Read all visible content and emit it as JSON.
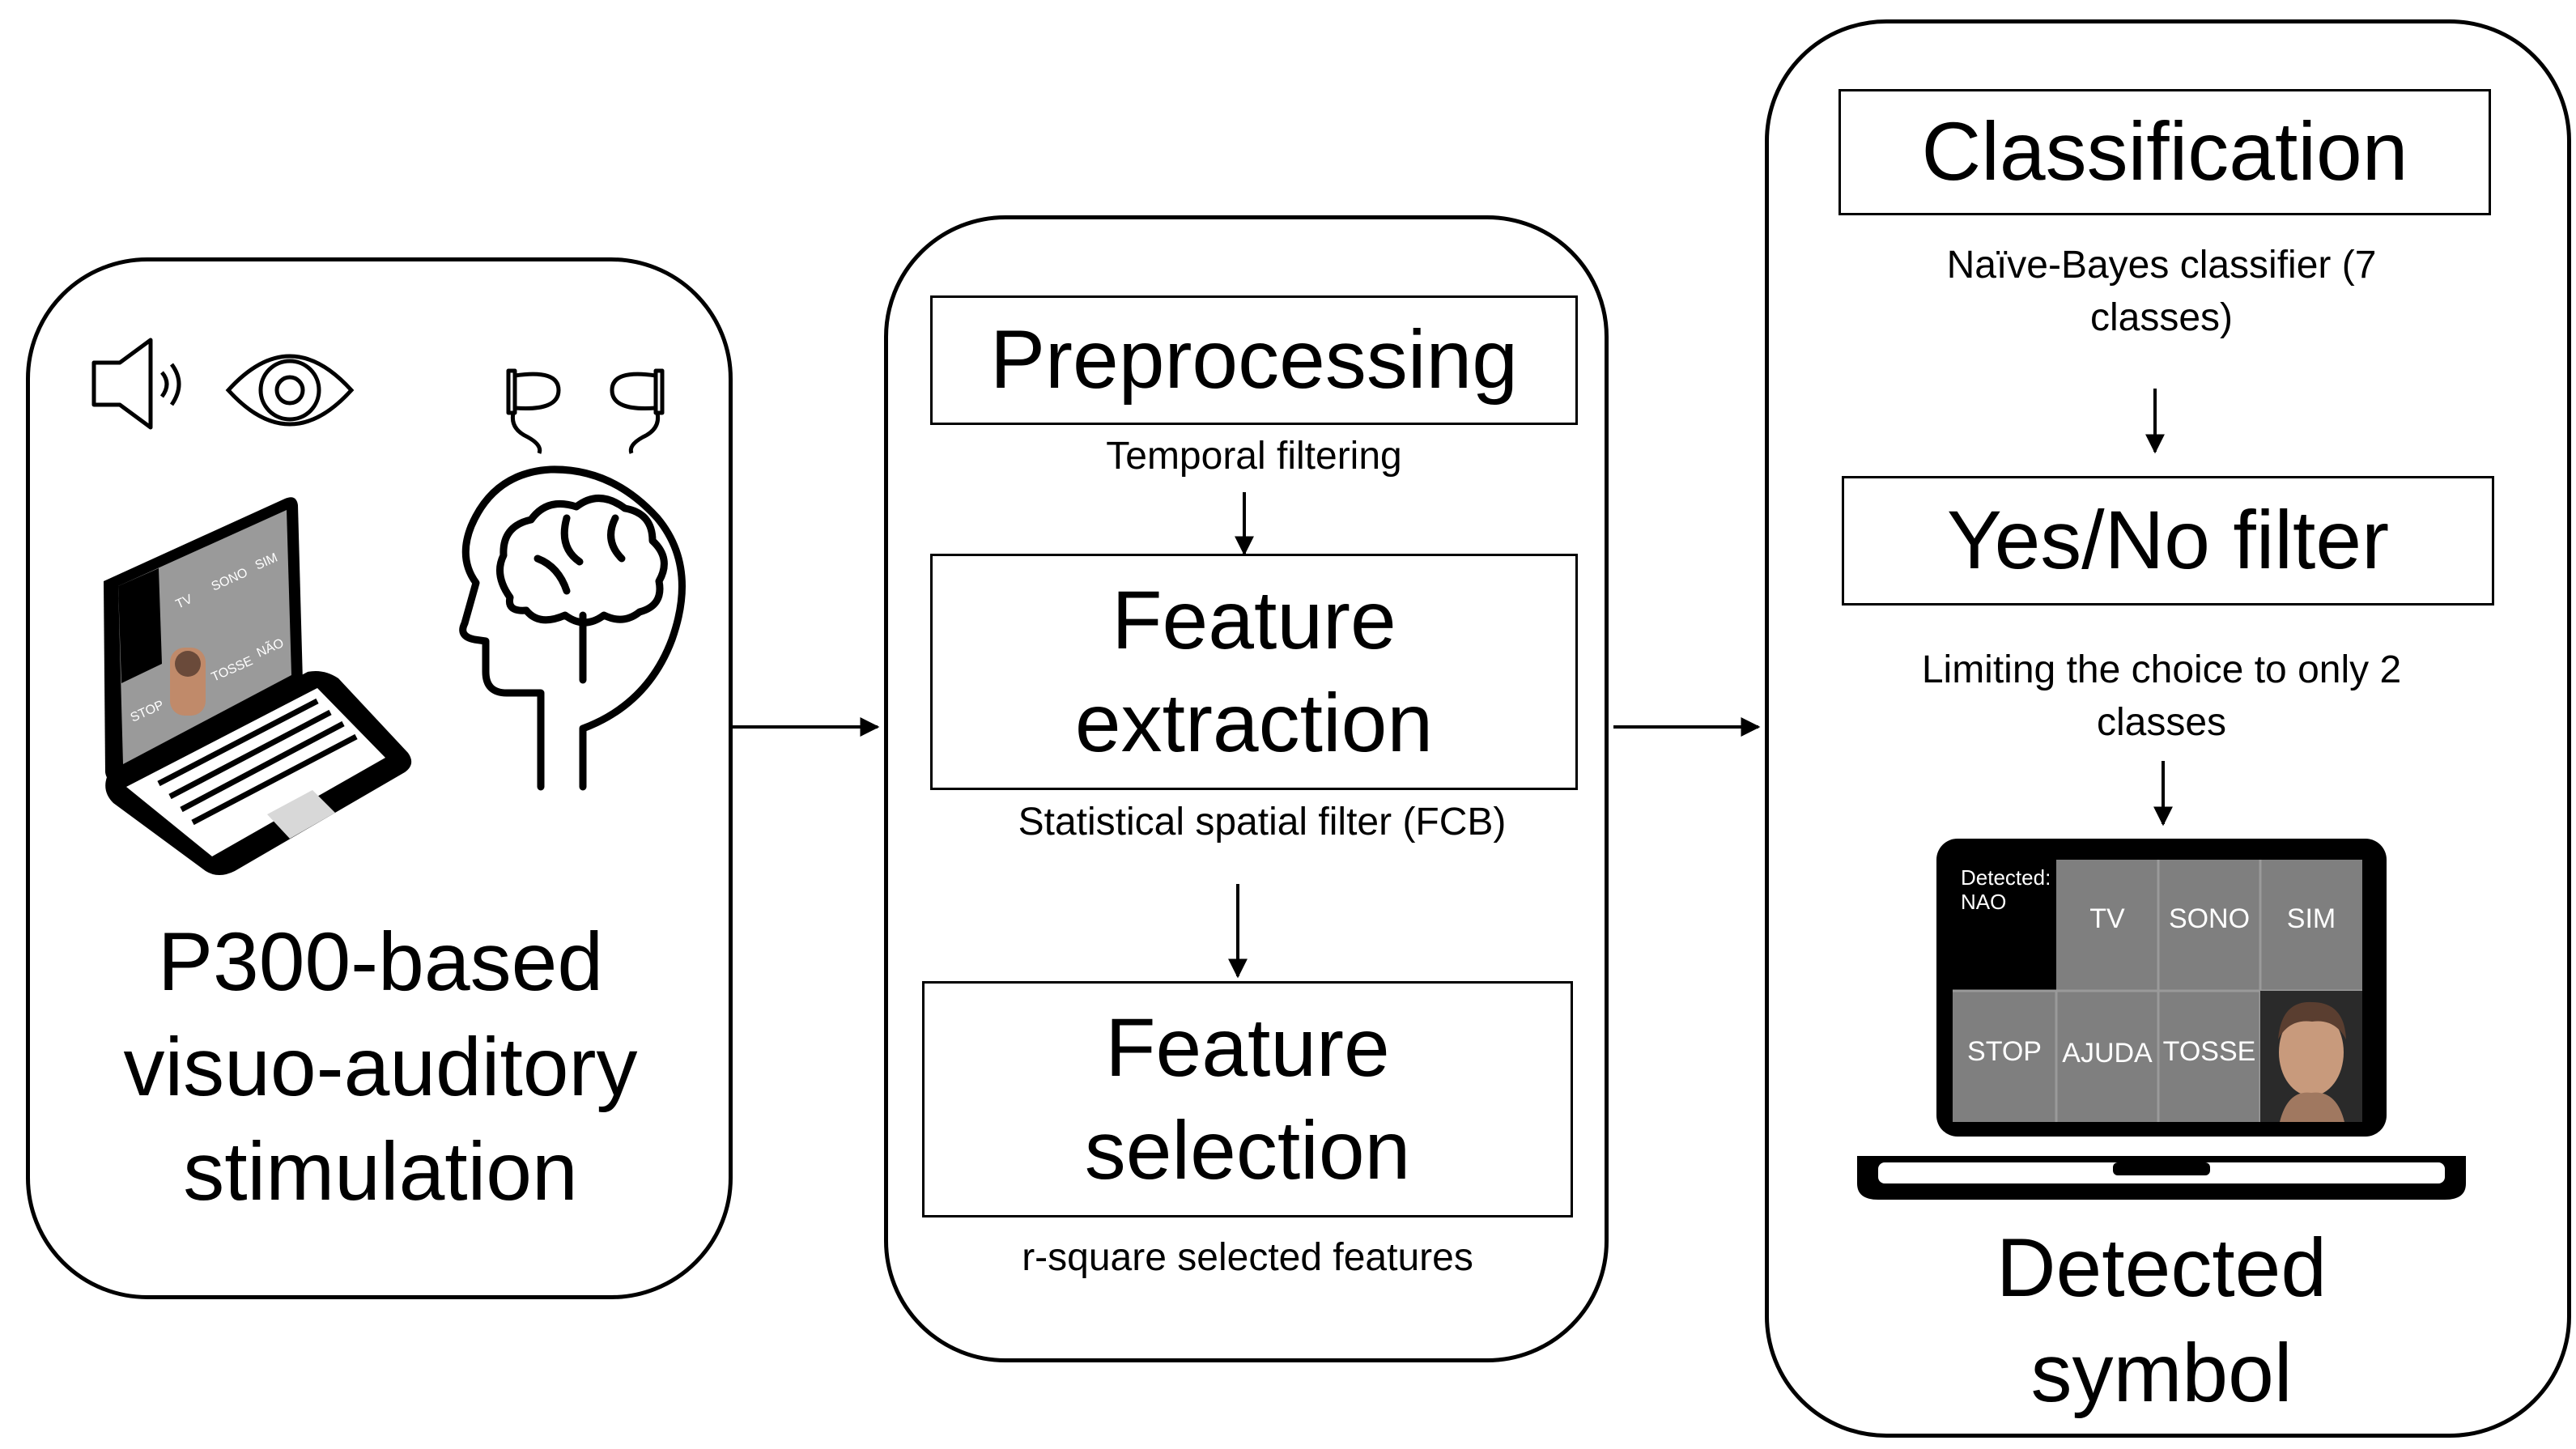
{
  "input": {
    "title": "P300-based visuo-auditory stimulation",
    "icons": [
      "speaker-icon",
      "eye-icon",
      "earphones-icon",
      "laptop-speller-icon",
      "brain-head-icon"
    ],
    "laptop_cells": [
      "TV",
      "SONO",
      "SIM",
      "STOP",
      "TOSSE",
      "NÃO"
    ]
  },
  "processing": {
    "preprocessing": {
      "title": "Preprocessing",
      "caption": "Temporal filtering"
    },
    "extraction": {
      "title": "Feature extraction",
      "caption": "Statistical spatial filter (FCB)"
    },
    "selection": {
      "title": "Feature selection",
      "caption": "r-square selected features"
    }
  },
  "output": {
    "classification": {
      "title": "Classification",
      "caption": "Naïve-Bayes classifier (7 classes)"
    },
    "filter": {
      "title": "Yes/No filter",
      "caption": "Limiting the choice to only 2 classes"
    },
    "result_title": "Detected symbol",
    "screen": {
      "detected_label": "Detected: NAO",
      "row1": [
        "TV",
        "SONO",
        "SIM"
      ],
      "row2": [
        "STOP",
        "AJUDA",
        "TOSSE"
      ]
    }
  }
}
